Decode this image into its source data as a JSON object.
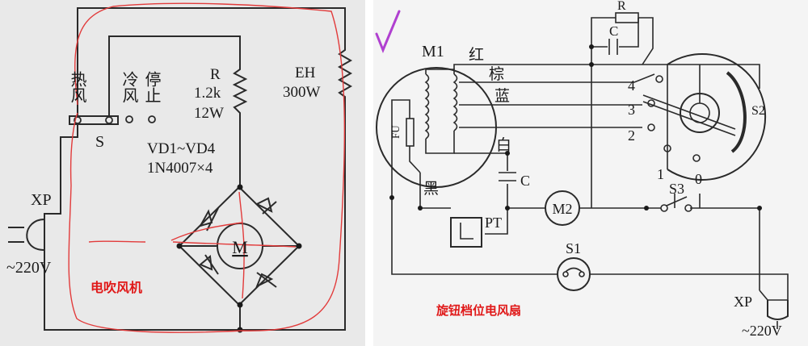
{
  "left": {
    "switch_positions": [
      "热风",
      "冷风",
      "停止"
    ],
    "switch_label": "S",
    "resistor": {
      "name": "R",
      "value": "1.2k",
      "power": "12W"
    },
    "heater": {
      "name": "EH",
      "power": "300W"
    },
    "diodes": {
      "name": "VD1~VD4",
      "part": "1N4007×4"
    },
    "motor_label": "M",
    "plug_label": "XP",
    "voltage": "~220V",
    "caption": "电吹风机",
    "caption_color": "#e01818"
  },
  "right": {
    "check_mark_color": "#b040d0",
    "motor": "M1",
    "wire_colors": [
      "红",
      "棕",
      "蓝",
      "白",
      "黑"
    ],
    "fuse": "FU",
    "resistor": "R",
    "capacitor_top": "C",
    "capacitor_bottom": "C",
    "switch_positions": [
      "4",
      "3",
      "2",
      "1",
      "0"
    ],
    "switch_name": "S2",
    "motor2": "M2",
    "switch3": "S3",
    "timer": "PT",
    "switch1": "S1",
    "plug_label": "XP",
    "voltage": "~220V",
    "caption": "旋钮档位电风扇"
  }
}
